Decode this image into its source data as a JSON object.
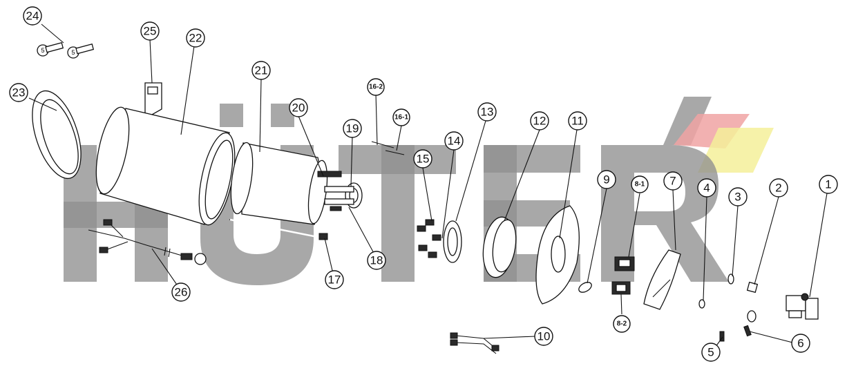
{
  "watermark": {
    "brand": "HÜTER",
    "color": "#8f8f8f",
    "accent_red": "#f0a3a3",
    "accent_yellow": "#f5f09a"
  },
  "labels": {
    "p1": "1",
    "p2": "2",
    "p3": "3",
    "p4": "4",
    "p5": "5",
    "p6": "6",
    "p7": "7",
    "p8_1": "8-1",
    "p8_2": "8-2",
    "p9": "9",
    "p10": "10",
    "p11": "11",
    "p12": "12",
    "p13": "13",
    "p14": "14",
    "p15": "15",
    "p16_1": "16-1",
    "p16_2": "16-2",
    "p17": "17",
    "p18": "18",
    "p19": "19",
    "p20": "20",
    "p21": "21",
    "p22": "22",
    "p23": "23",
    "p24": "24",
    "p25": "25",
    "p26": "26"
  },
  "bolt_text": "5"
}
